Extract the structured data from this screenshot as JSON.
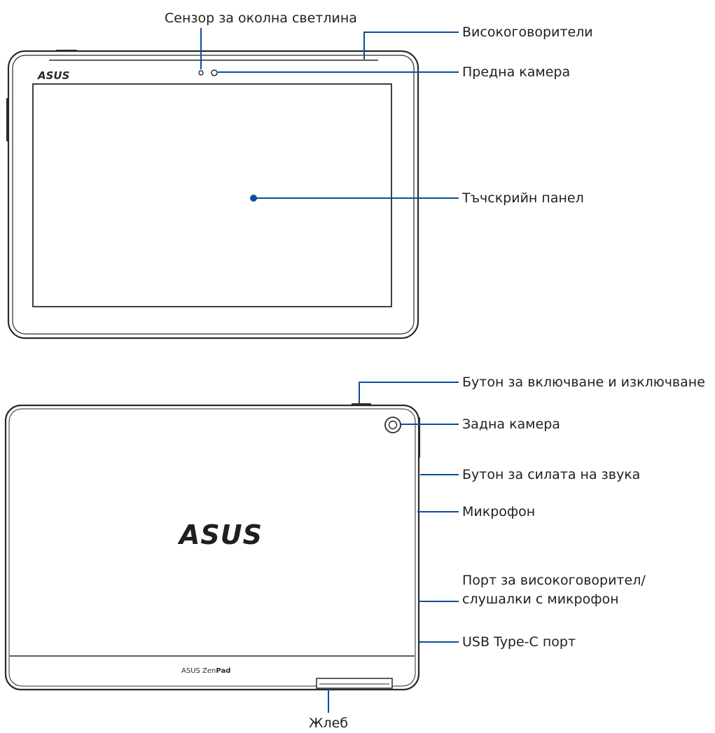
{
  "colors": {
    "callout": "#0a4f9c",
    "outline": "#2a2a2a",
    "shell": "#3a3a3a"
  },
  "front_view": {
    "brand_logo": "ASUS",
    "labels": {
      "ambient_light_sensor": "Сензор за околна светлина",
      "speakers": "Високоговорители",
      "front_camera": "Предна камера",
      "touchscreen": "Тъчскрийн панел"
    }
  },
  "back_view": {
    "brand_logo": "ASUS",
    "product_brand": "ASUS",
    "product_name_regular": "Zen",
    "product_name_bold": "Pad",
    "labels": {
      "power_button": "Бутон за включване и изключване",
      "rear_camera": "Задна камера",
      "volume_button": "Бутон за силата на звука",
      "microphone": "Микрофон",
      "audio_jack_line1": "Порт за високоговорител/",
      "audio_jack_line2": "слушалки с микрофон",
      "usb_port": "USB Type-C порт",
      "slot": "Жлеб"
    }
  }
}
